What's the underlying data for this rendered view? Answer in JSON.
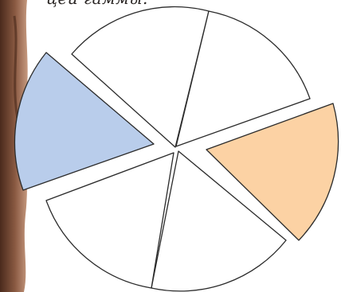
{
  "caption": {
    "text": "цей гаммы."
  },
  "diagram": {
    "type": "sliced-circle-with-pulled-out-pieces",
    "piece_count": 6,
    "highlighted_pieces": [
      {
        "piece": "left",
        "color": "#b9cdeb"
      },
      {
        "piece": "right",
        "color": "#fcd2a4"
      }
    ],
    "plain_piece_color": "#ffffff",
    "stroke_color": "#2b2b2b"
  },
  "photo_edge": {
    "colors": [
      "#4a2a1c",
      "#8a5a42",
      "#c79a80"
    ]
  }
}
